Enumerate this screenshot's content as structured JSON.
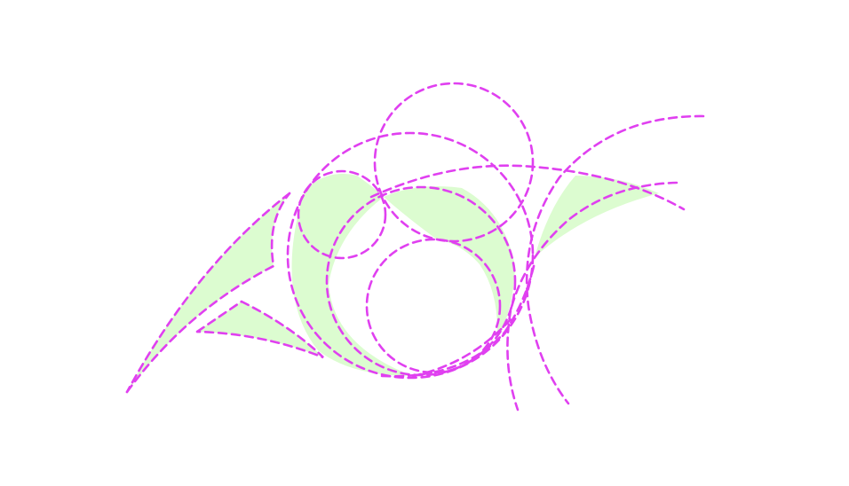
{
  "colors": {
    "background": "#ffffff",
    "dashed_stroke": "#e040f0",
    "region_fill": "#dcfcd0"
  },
  "diagram": {
    "kind": "dashed-circle-and-arc-construction",
    "filled_regions": 5,
    "full_circles": 5,
    "open_arcs": 8
  }
}
